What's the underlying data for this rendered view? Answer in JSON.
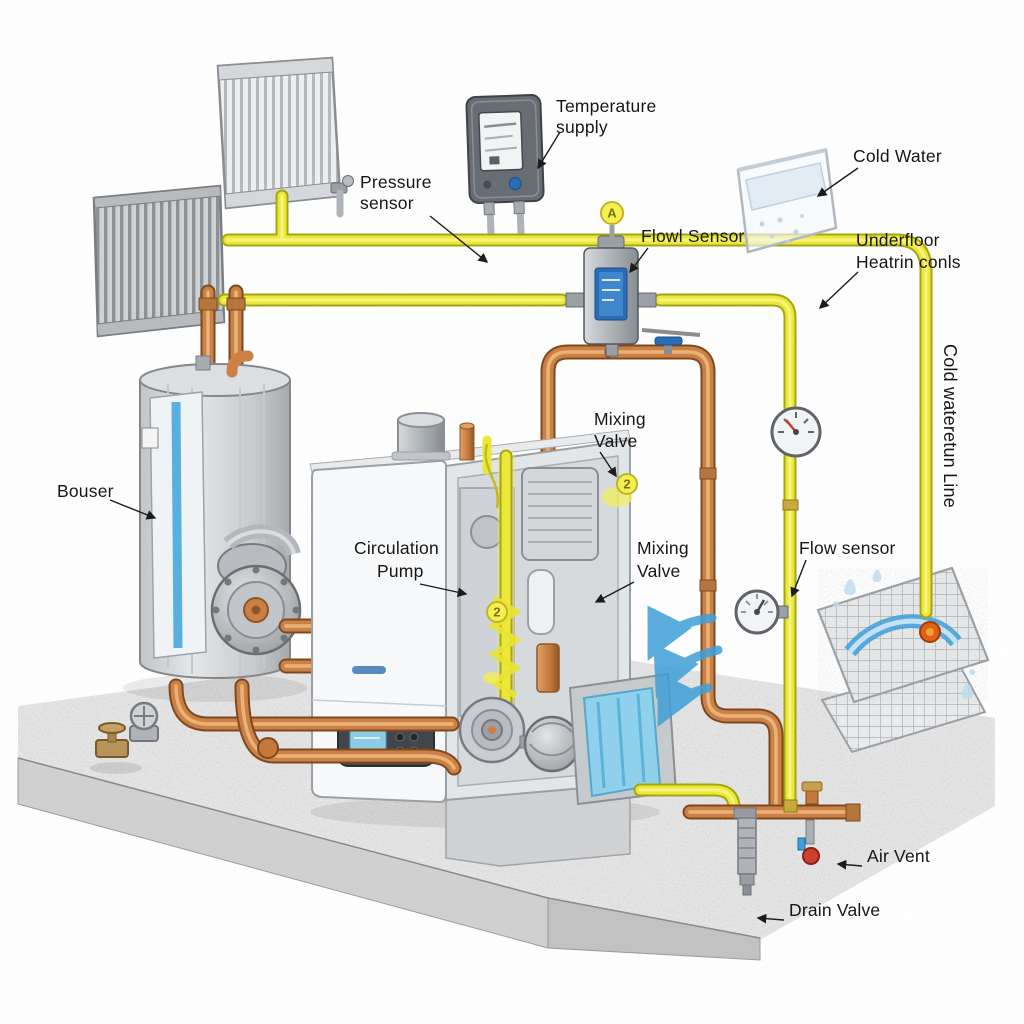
{
  "labels": {
    "pressure_sensor": {
      "l1": "Pressure",
      "l2": "sensor"
    },
    "temperature_supply": {
      "l1": "Temperature",
      "l2": "supply"
    },
    "cold_water": {
      "l1": "Cold Water"
    },
    "flow_sensor_top": {
      "l1": "Flowl Sensor"
    },
    "underfloor_heating": {
      "l1": "Underfloor",
      "l2": "Heatrin conls"
    },
    "mixing_valve_upper": {
      "l1": "Mixing",
      "l2": "Valve"
    },
    "bouser": {
      "l1": "Bouser"
    },
    "circulation_pump": {
      "l1": "Circulation",
      "l2": "Pump"
    },
    "mixing_valve_lower": {
      "l1": "Mixing",
      "l2": "Valve"
    },
    "flow_sensor_right": {
      "l1": "Flow sensor"
    },
    "cold_water_return_line": {
      "l1": "Cold wateretun Line"
    },
    "air_vent": {
      "l1": "Air Vent"
    },
    "drain_valve": {
      "l1": "Drain Valve"
    }
  },
  "badges": {
    "sensor_a": "A",
    "marker_2_upper": "2",
    "marker_2_lower": "2"
  },
  "colors": {
    "hot_pipe_yellow": "#ece83a",
    "copper_pipe": "#cd8045",
    "cold_blue": "#3f9fd8",
    "display_blue": "#2a6db5",
    "label_text": "#161616"
  }
}
